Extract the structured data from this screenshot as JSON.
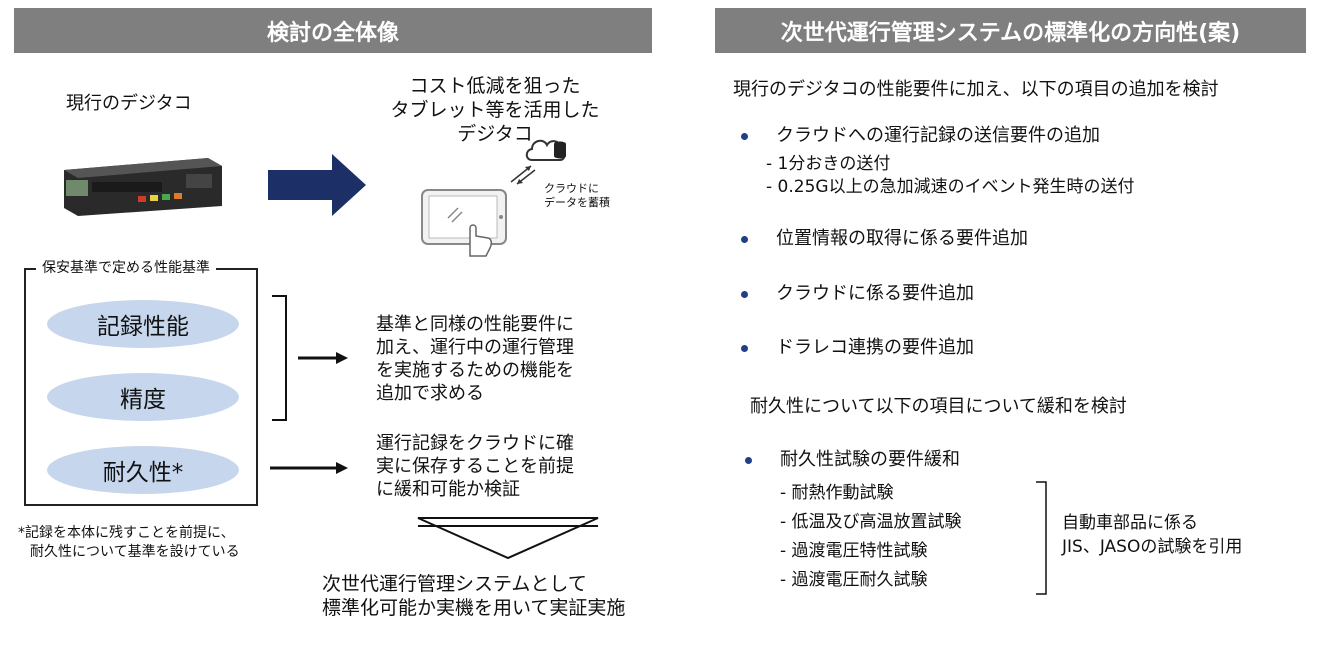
{
  "left": {
    "header": "検討の全体像",
    "current_label": "現行のデジタコ",
    "tablet_label": [
      "コスト低減を狙った",
      "タブレット等を活用した",
      "デジタコ"
    ],
    "cloud_label": [
      "クラウドに",
      "データを蓄積"
    ],
    "box_title": "保安基準で定める性能基準",
    "ovals": [
      "記録性能",
      "精度",
      "耐久性*"
    ],
    "text_a": [
      "基準と同様の性能要件に",
      "加え、運行中の運行管理",
      "を実施するための機能を",
      "追加で求める"
    ],
    "text_b": [
      "運行記録をクラウドに確",
      "実に保存することを前提",
      "に緩和可能か検証"
    ],
    "footnote": [
      "*記録を本体に残すことを前提に、",
      "耐久性について基準を設けている"
    ],
    "conclusion": [
      "次世代運行管理システムとして",
      "標準化可能か実機を用いて実証実施"
    ]
  },
  "right": {
    "header": "次世代運行管理システムの標準化の方向性(案)",
    "intro": "現行のデジタコの性能要件に加え、以下の項目の追加を検討",
    "b1": "クラウドへの運行記録の送信要件の追加",
    "b1_subs": [
      "-  1分おきの送付",
      "-  0.25G以上の急加減速のイベント発生時の送付"
    ],
    "b2": "位置情報の取得に係る要件追加",
    "b3": "クラウドに係る要件追加",
    "b4": "ドラレコ連携の要件追加",
    "intro2": "耐久性について以下の項目について緩和を検討",
    "b5": "耐久性試験の要件緩和",
    "b5_subs": [
      "-  耐熱作動試験",
      "-  低温及び高温放置試験",
      "-  過渡電圧特性試験",
      "-  過渡電圧耐久試験"
    ],
    "cite": [
      "自動車部品に係る",
      "JIS、JASOの試験を引用"
    ]
  },
  "colors": {
    "header_bg": "#7f7f7f",
    "oval_fill": "#c6d6ec",
    "arrow_navy": "#1c2f66",
    "bullet": "#1f3f86"
  }
}
